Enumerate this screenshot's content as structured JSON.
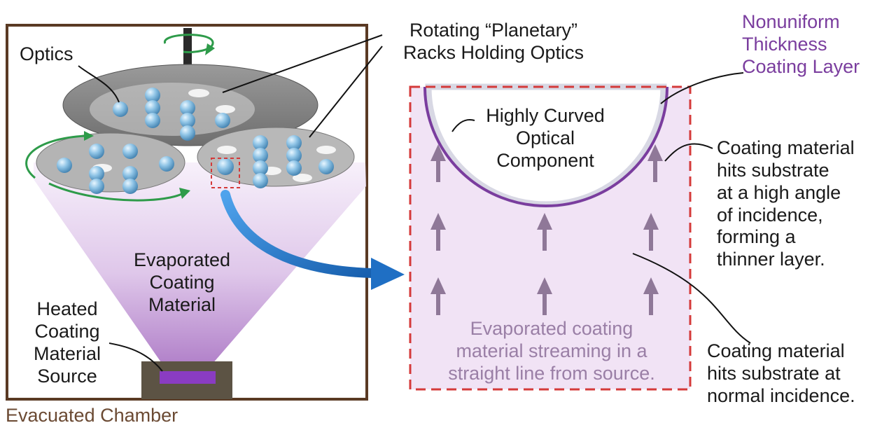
{
  "labels": {
    "optics": "Optics",
    "rotating_racks_line1": "Rotating “Planetary”",
    "rotating_racks_line2": "Racks Holding Optics",
    "nonuniform_line1": "Nonuniform",
    "nonuniform_line2": "Thickness",
    "nonuniform_line3": "Coating Layer",
    "curved_line1": "Highly Curved",
    "curved_line2": "Optical",
    "curved_line3": "Component",
    "high_angle_line1": "Coating material",
    "high_angle_line2": "hits substrate",
    "high_angle_line3": "at a high angle",
    "high_angle_line4": "of incidence,",
    "high_angle_line5": "forming a",
    "high_angle_line6": "thinner layer.",
    "evaporated_line1": "Evaporated",
    "evaporated_line2": "Coating",
    "evaporated_line3": "Material",
    "heated_line1": "Heated",
    "heated_line2": "Coating",
    "heated_line3": "Material",
    "heated_line4": "Source",
    "streaming_line1": "Evaporated coating",
    "streaming_line2": "material streaming in a",
    "streaming_line3": "straight line from source.",
    "normal_line1": "Coating material",
    "normal_line2": "hits substrate at",
    "normal_line3": "normal incidence.",
    "chamber": "Evacuated Chamber"
  },
  "colors": {
    "chamber_border": "#5a3a24",
    "vapor": "#b27fc9",
    "coating_layer": "#7a3d9e",
    "rotation_arrow": "#2e9b4a",
    "zoom_arrow": "#1f6fc4",
    "dashed_box": "#d43a3a",
    "plate": "#8d8d8d",
    "source": "#5c5344"
  }
}
